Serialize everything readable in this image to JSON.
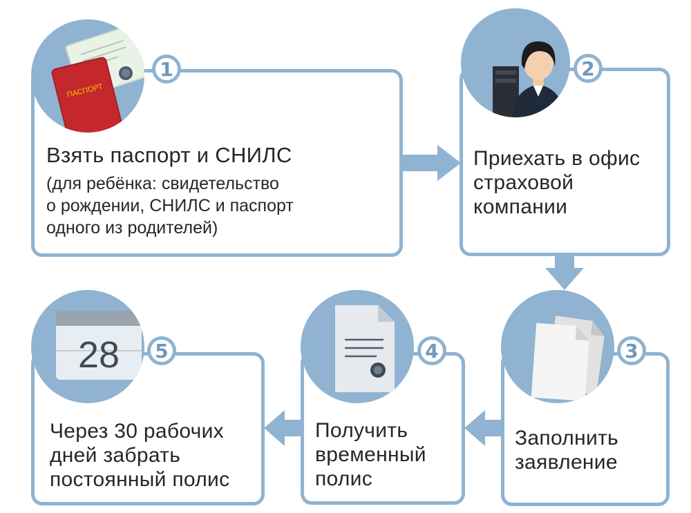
{
  "steps": [
    {
      "number": "1",
      "icon": "passport-and-snils-icon",
      "title": "Взять паспорт и СНИЛС",
      "detail_lines": [
        "(для ребёнка: свидетельство",
        "о рождении, СНИЛС и паспорт",
        "одного из родителей)"
      ],
      "passport_label": "ПАСПОРТ"
    },
    {
      "number": "2",
      "icon": "office-worker-icon",
      "lines": [
        "Приехать в офис",
        "страховой",
        "компании"
      ]
    },
    {
      "number": "3",
      "icon": "documents-icon",
      "lines": [
        "Заполнить",
        "заявление"
      ]
    },
    {
      "number": "4",
      "icon": "certificate-icon",
      "lines": [
        "Получить",
        "временный",
        "полис"
      ]
    },
    {
      "number": "5",
      "icon": "calendar-icon",
      "calendar_day": "28",
      "lines": [
        "Через 30 рабочих",
        "дней забрать",
        "постоянный полис"
      ]
    }
  ],
  "colors": {
    "accent": "#8fb3d1",
    "number_text": "#6f98bd",
    "text": "#262626",
    "background": "#ffffff"
  }
}
